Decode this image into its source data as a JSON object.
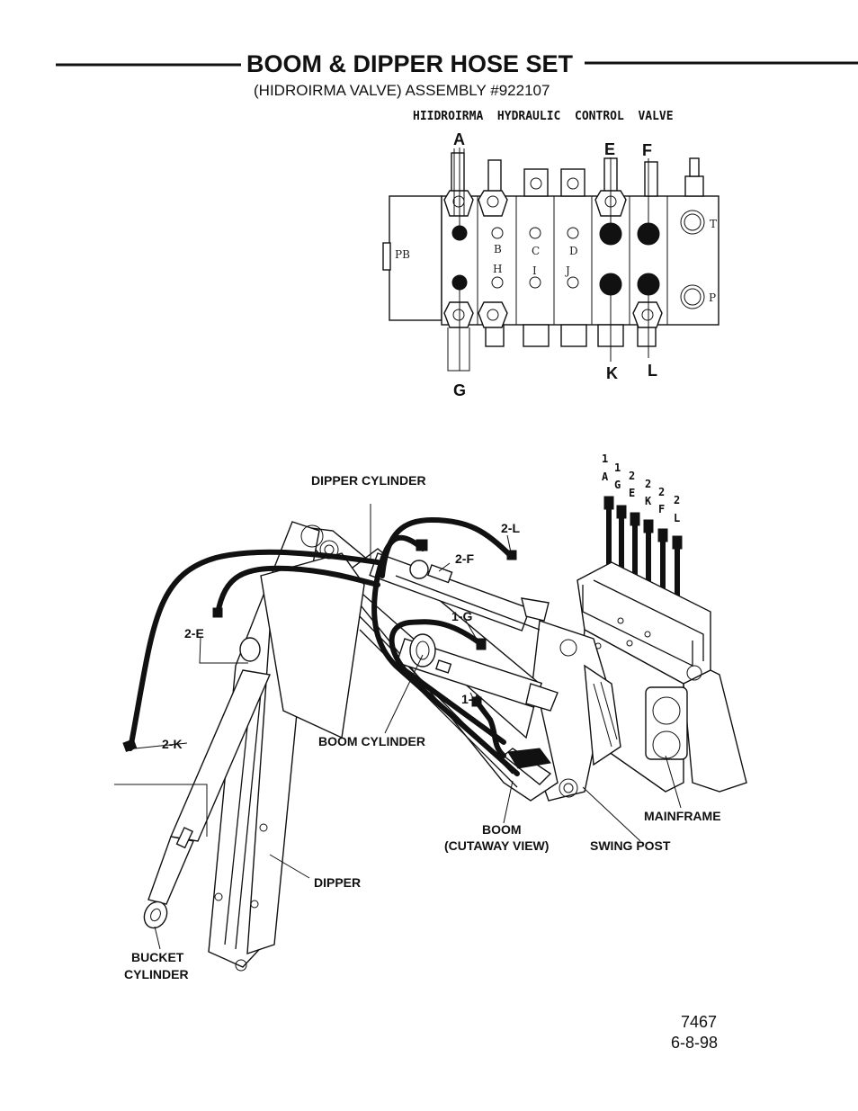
{
  "header": {
    "title": "BOOM & DIPPER HOSE SET",
    "subtitle": "(HIDROIRMA VALVE) ASSEMBLY #922107"
  },
  "valve": {
    "caption": "HIIDROIRMA  HYDRAULIC  CONTROL  VALVE",
    "top_ports": [
      "A",
      "E",
      "F"
    ],
    "bottom_ports": [
      "G",
      "K",
      "L"
    ],
    "inner_top_ports": [
      "B",
      "C",
      "D"
    ],
    "inner_bottom_ports": [
      "H",
      "I",
      "J"
    ],
    "pb_label": "PB",
    "t_label": "T",
    "p_label": "P"
  },
  "hose_tags": [
    {
      "num": "1",
      "letter": "A"
    },
    {
      "num": "1",
      "letter": "G"
    },
    {
      "num": "2",
      "letter": "E"
    },
    {
      "num": "2",
      "letter": "K"
    },
    {
      "num": "2",
      "letter": "F"
    },
    {
      "num": "2",
      "letter": "L"
    }
  ],
  "callouts": {
    "dipper_cylinder": "DIPPER CYLINDER",
    "boom_cylinder": "BOOM CYLINDER",
    "boom_line1": "BOOM",
    "boom_line2": "(CUTAWAY VIEW)",
    "swing_post": "SWING POST",
    "mainframe": "MAINFRAME",
    "dipper": "DIPPER",
    "bucket_line1": "BUCKET",
    "bucket_line2": "CYLINDER"
  },
  "hose_labels": {
    "h2l": "2-L",
    "h2f": "2-F",
    "h1g": "1-G",
    "h2e": "2-E",
    "h1a": "1-A",
    "h2k": "2-K"
  },
  "footer": {
    "drawing_number": "7467",
    "date": "6-8-98"
  }
}
